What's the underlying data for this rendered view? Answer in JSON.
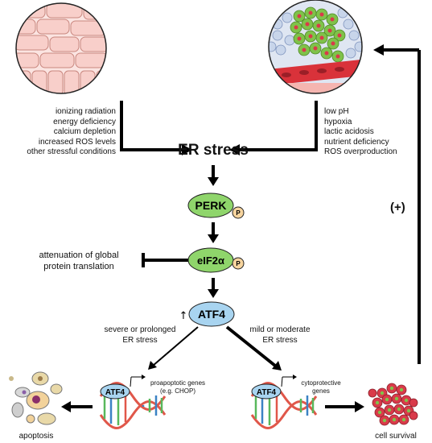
{
  "center": {
    "title": "ER stress",
    "perk": "PERK",
    "eif2a": "eIF2α",
    "phospho": "P",
    "atf4": "ATF4",
    "up_arrow": "↑"
  },
  "left_causes": [
    "ionizing radiation",
    "energy deficiency",
    "calcium depletion",
    "increased ROS levels",
    "other stressful conditions"
  ],
  "right_causes": [
    "low pH",
    "hypoxia",
    "lactic acidosis",
    "nutrient deficiency",
    "ROS overproduction"
  ],
  "attenuation": [
    "attenuation of global",
    "protein translation"
  ],
  "severe_branch": [
    "severe or prolonged",
    "ER stress"
  ],
  "mild_branch": [
    "mild or moderate",
    "ER stress"
  ],
  "left_dna": {
    "atf4": "ATF4",
    "genes": [
      "proapoptotic genes",
      "(e.g. CHOP)"
    ]
  },
  "right_dna": {
    "atf4": "ATF4",
    "genes": [
      "cytoprotective",
      "genes"
    ]
  },
  "outcomes": {
    "apoptosis": "apoptosis",
    "survival": "cell survival"
  },
  "feedback": "(+)",
  "colors": {
    "green_node": "#8fd56b",
    "blue_node": "#a8d4f0",
    "phospho": "#f6d49e",
    "arrow": "#000000",
    "dna_red": "#e0574a",
    "dna_green": "#58b85c",
    "dna_blue": "#3b82c4",
    "cluster_red": "#d93a4a",
    "cluster_green": "#7fc24a",
    "skin_tissue": "#f9d3cf"
  }
}
